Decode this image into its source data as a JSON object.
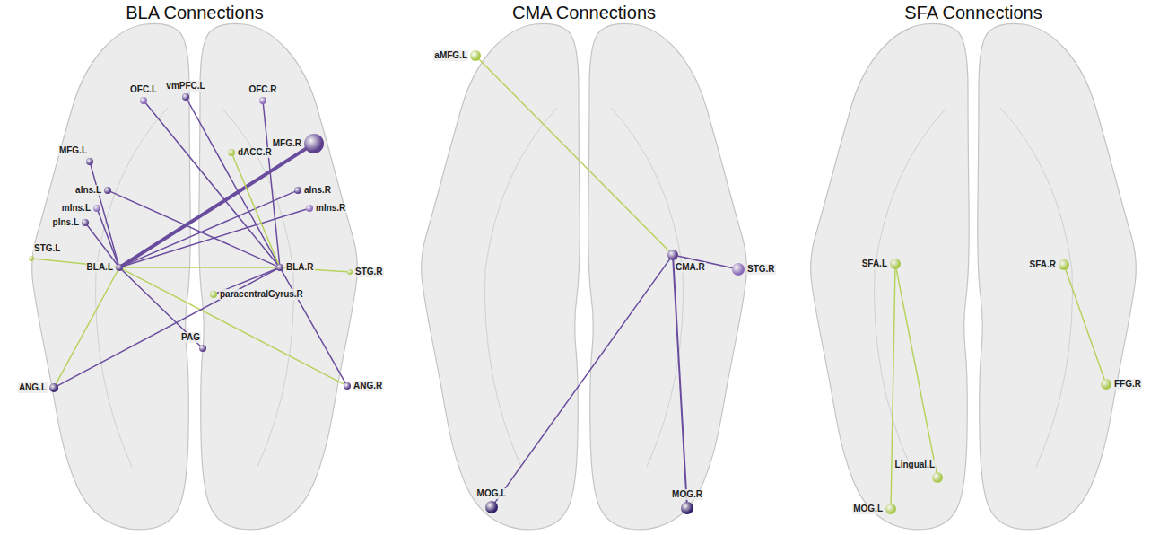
{
  "diagram": {
    "nodes": [
      {
        "text": [
          "OFC.L"
        ]
      },
      {
        "text": [
          "vmPFC.L"
        ]
      },
      {
        "text": [
          "OFC.R"
        ]
      },
      {
        "text": [
          "MFG.R"
        ]
      },
      {
        "text": [
          "dACC.R"
        ]
      },
      {
        "text": [
          "MFG.L"
        ]
      },
      {
        "text": [
          "aIns.L"
        ]
      },
      {
        "text": [
          "aIns.R"
        ]
      },
      {
        "text": [
          "mIns.L"
        ]
      },
      {
        "text": [
          "mIns.R"
        ]
      },
      {
        "text": [
          "pIns.L"
        ]
      },
      {
        "text": [
          "STG.L"
        ]
      },
      {
        "text": [
          "BLA.L"
        ]
      },
      {
        "text": [
          "BLA.R"
        ]
      },
      {
        "text": [
          "STG.R"
        ]
      },
      {
        "text": [
          "paracentralGyrus.R"
        ]
      },
      {
        "text": [
          "PAG"
        ]
      },
      {
        "text": [
          "ANG.L"
        ]
      },
      {
        "text": [
          "ANG.R"
        ]
      },
      {
        "text": [
          "aMFG.L"
        ]
      },
      {
        "text": [
          "CMA.R"
        ]
      },
      {
        "text": [
          "STG.R"
        ]
      },
      {
        "text": [
          "MOG.L"
        ]
      },
      {
        "text": [
          "MOG.R"
        ]
      },
      {
        "text": [
          "SFA.L"
        ]
      },
      {
        "text": [
          "SFA.R"
        ]
      },
      {
        "text": [
          "Lingual.L"
        ]
      },
      {
        "text": [
          "MOG.L"
        ]
      },
      {
        "text": [
          "FFG.R"
        ]
      }
    ],
    "edges": [
      {
        "from": 12,
        "to": 3,
        "arrow": "none"
      },
      {
        "from": 12,
        "to": 5,
        "arrow": "none"
      },
      {
        "from": 12,
        "to": 8,
        "arrow": "none"
      },
      {
        "from": 12,
        "to": 10,
        "arrow": "none"
      },
      {
        "from": 12,
        "to": 11,
        "arrow": "none"
      },
      {
        "from": 12,
        "to": 13,
        "arrow": "none"
      },
      {
        "from": 12,
        "to": 17,
        "arrow": "none"
      },
      {
        "from": 12,
        "to": 18,
        "arrow": "none"
      },
      {
        "from": 12,
        "to": 16,
        "arrow": "none"
      },
      {
        "from": 12,
        "to": 7,
        "arrow": "none"
      },
      {
        "from": 12,
        "to": 9,
        "arrow": "none"
      },
      {
        "from": 13,
        "to": 0,
        "arrow": "none"
      },
      {
        "from": 13,
        "to": 1,
        "arrow": "none"
      },
      {
        "from": 13,
        "to": 2,
        "arrow": "none"
      },
      {
        "from": 13,
        "to": 6,
        "arrow": "none"
      },
      {
        "from": 13,
        "to": 4,
        "arrow": "none"
      },
      {
        "from": 13,
        "to": 14,
        "arrow": "none"
      },
      {
        "from": 13,
        "to": 17,
        "arrow": "none"
      },
      {
        "from": 13,
        "to": 15,
        "arrow": "none"
      },
      {
        "from": 13,
        "to": 18,
        "arrow": "none"
      },
      {
        "from": 20,
        "to": 19,
        "arrow": "none"
      },
      {
        "from": 20,
        "to": 21,
        "arrow": "none"
      },
      {
        "from": 20,
        "to": 22,
        "arrow": "none"
      },
      {
        "from": 20,
        "to": 23,
        "arrow": "none"
      },
      {
        "from": 24,
        "to": 27,
        "arrow": "none"
      },
      {
        "from": 24,
        "to": 26,
        "arrow": "none"
      },
      {
        "from": 25,
        "to": 28,
        "arrow": "none"
      }
    ],
    "labels": [
      "BLA Connections",
      "CMA Connections",
      "SFA Connections"
    ]
  }
}
